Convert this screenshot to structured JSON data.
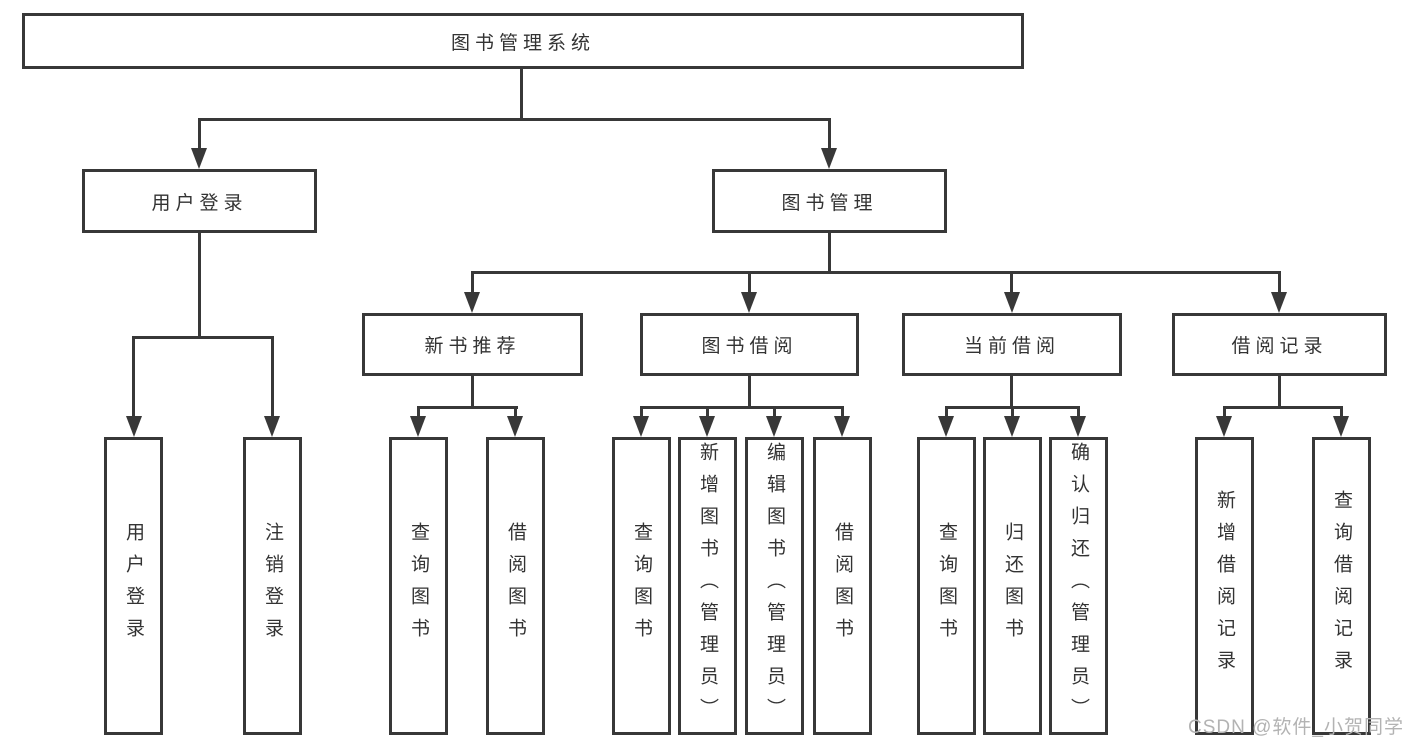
{
  "diagram": {
    "type": "hierarchy-tree",
    "line_color": "#383838",
    "text_color": "#333333",
    "background_color": "#ffffff",
    "nodes": {
      "root": {
        "label": "图书管理系统"
      },
      "user_login": {
        "label": "用户登录"
      },
      "book_management": {
        "label": "图书管理"
      },
      "new_book_recommend": {
        "label": "新书推荐"
      },
      "book_borrow": {
        "label": "图书借阅"
      },
      "current_borrow": {
        "label": "当前借阅"
      },
      "borrow_records": {
        "label": "借阅记录"
      },
      "leaf_user_login": {
        "label": "用户登录"
      },
      "leaf_logout": {
        "label": "注销登录"
      },
      "leaf_query_book_nbr": {
        "label": "查询图书"
      },
      "leaf_borrow_book_nbr": {
        "label": "借阅图书"
      },
      "leaf_query_book_bb": {
        "label": "查询图书"
      },
      "leaf_add_book_admin": {
        "label": "新增图书（管理员）"
      },
      "leaf_edit_book_admin": {
        "label": "编辑图书（管理员）"
      },
      "leaf_borrow_book_bb": {
        "label": "借阅图书"
      },
      "leaf_query_book_cb": {
        "label": "查询图书"
      },
      "leaf_return_book": {
        "label": "归还图书"
      },
      "leaf_confirm_return_admin": {
        "label": "确认归还（管理员）"
      },
      "leaf_add_borrow_record": {
        "label": "新增借阅记录"
      },
      "leaf_query_borrow_record": {
        "label": "查询借阅记录"
      }
    },
    "edges": [
      [
        "root",
        "user_login"
      ],
      [
        "root",
        "book_management"
      ],
      [
        "user_login",
        "leaf_user_login"
      ],
      [
        "user_login",
        "leaf_logout"
      ],
      [
        "book_management",
        "new_book_recommend"
      ],
      [
        "book_management",
        "book_borrow"
      ],
      [
        "book_management",
        "current_borrow"
      ],
      [
        "book_management",
        "borrow_records"
      ],
      [
        "new_book_recommend",
        "leaf_query_book_nbr"
      ],
      [
        "new_book_recommend",
        "leaf_borrow_book_nbr"
      ],
      [
        "book_borrow",
        "leaf_query_book_bb"
      ],
      [
        "book_borrow",
        "leaf_add_book_admin"
      ],
      [
        "book_borrow",
        "leaf_edit_book_admin"
      ],
      [
        "book_borrow",
        "leaf_borrow_book_bb"
      ],
      [
        "current_borrow",
        "leaf_query_book_cb"
      ],
      [
        "current_borrow",
        "leaf_return_book"
      ],
      [
        "current_borrow",
        "leaf_confirm_return_admin"
      ],
      [
        "borrow_records",
        "leaf_add_borrow_record"
      ],
      [
        "borrow_records",
        "leaf_query_borrow_record"
      ]
    ],
    "watermark": {
      "text": "CSDN @软件_小贺同学",
      "color": "#b3b3b3"
    }
  }
}
